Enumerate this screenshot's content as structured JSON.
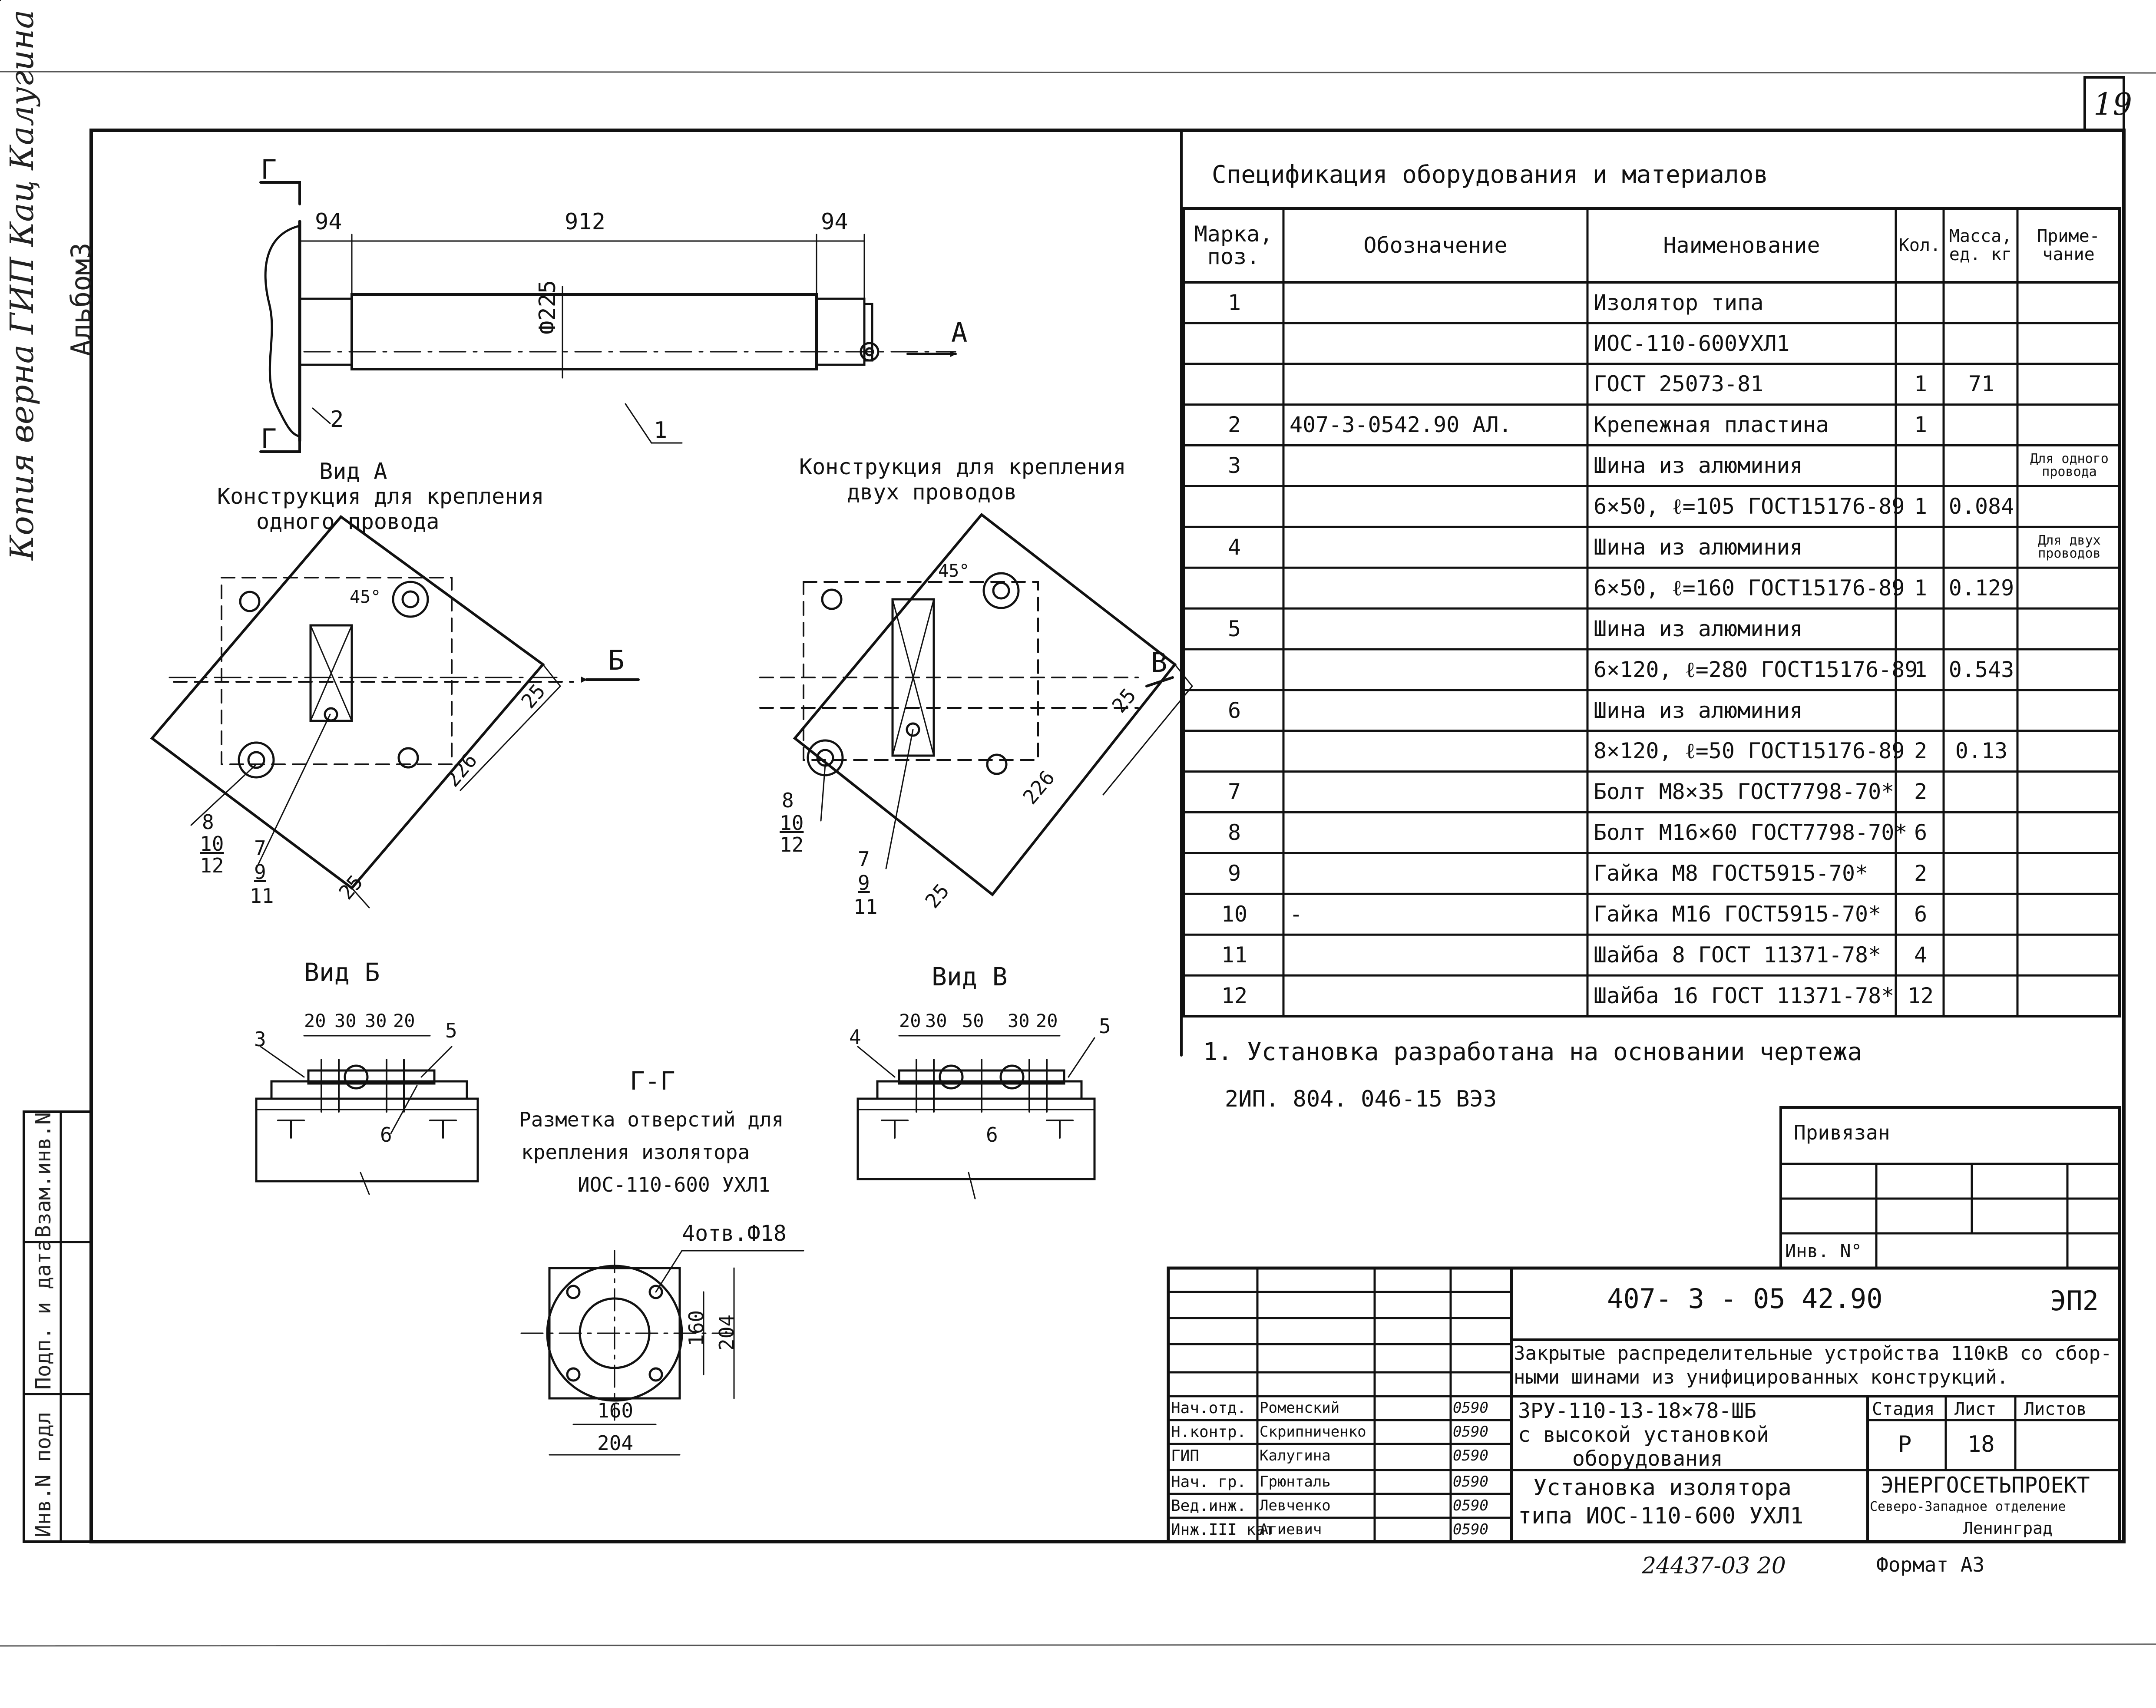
{
  "page_number": "19",
  "side_stamp": {
    "copy_line": "Копия верна ГИП Кац Калугина",
    "album": "Альбом3"
  },
  "left_strip": [
    "Инв.N подл",
    "Подп. и дата",
    "Взам.инв.N"
  ],
  "view_top": {
    "section_mark": "Г",
    "view_mark": "А",
    "dims": [
      "94",
      "912",
      "94",
      "Ф225"
    ],
    "callouts": [
      "1",
      "2"
    ]
  },
  "view_a": {
    "title_1": "Вид А",
    "title_2": "Конструкция для крепления",
    "title_3": "одного провода",
    "angle": "45°",
    "dims": [
      "25",
      "226",
      "25"
    ],
    "arrow_mark": "Б",
    "callouts": [
      "8",
      "10",
      "12",
      "7",
      "9",
      "11"
    ]
  },
  "view_two": {
    "title_1": "Конструкция для крепления",
    "title_2": "двух проводов",
    "angle": "45°",
    "dims": [
      "25",
      "226",
      "25"
    ],
    "arrow_mark": "В",
    "callouts": [
      "8",
      "10",
      "12",
      "7",
      "9",
      "11"
    ]
  },
  "view_b": {
    "title": "Вид Б",
    "dims": [
      "20",
      "30",
      "30",
      "20"
    ],
    "callouts": [
      "3",
      "5",
      "6"
    ]
  },
  "view_v": {
    "title": "Вид В",
    "dims": [
      "20",
      "30",
      "50",
      "30",
      "20"
    ],
    "callouts": [
      "4",
      "5",
      "6"
    ]
  },
  "section_gg": {
    "title": "Г-Г",
    "line_1": "Разметка отверстий для",
    "line_2": "крепления изолятора",
    "line_3": "ИОС-110-600 УХЛ1",
    "holes": "4отв.Ф18",
    "dims": [
      "160",
      "204",
      "160",
      "204"
    ]
  },
  "spec": {
    "title": "Спецификация оборудования и материалов",
    "headers": [
      "Марка, поз.",
      "Обозначение",
      "Наименование",
      "Кол.",
      "Масса, ед. кг",
      "Приме- чание"
    ],
    "rows": [
      [
        "1",
        "",
        "Изолятор типа",
        "",
        "",
        ""
      ],
      [
        "",
        "",
        "ИОС-110-600УХЛ1",
        "",
        "",
        ""
      ],
      [
        "",
        "",
        "ГОСТ 25073-81",
        "1",
        "71",
        ""
      ],
      [
        "2",
        "407-3-0542.90 АЛ.",
        "Крепежная пластина",
        "1",
        "",
        ""
      ],
      [
        "3",
        "",
        "Шина из алюминия",
        "",
        "",
        "Для одного провода"
      ],
      [
        "",
        "",
        "6×50, ℓ=105 ГОСТ15176-89",
        "1",
        "0.084",
        ""
      ],
      [
        "4",
        "",
        "Шина из алюминия",
        "",
        "",
        "Для двух проводов"
      ],
      [
        "",
        "",
        "6×50, ℓ=160 ГОСТ15176-89",
        "1",
        "0.129",
        ""
      ],
      [
        "5",
        "",
        "Шина из алюминия",
        "",
        "",
        ""
      ],
      [
        "",
        "",
        "6×120, ℓ=280 ГОСТ15176-89",
        "1",
        "0.543",
        ""
      ],
      [
        "6",
        "",
        "Шина из алюминия",
        "",
        "",
        ""
      ],
      [
        "",
        "",
        "8×120, ℓ=50 ГОСТ15176-89",
        "2",
        "0.13",
        ""
      ],
      [
        "7",
        "",
        "Болт М8×35 ГОСТ7798-70*",
        "2",
        "",
        ""
      ],
      [
        "8",
        "",
        "Болт М16×60 ГОСТ7798-70*",
        "6",
        "",
        ""
      ],
      [
        "9",
        "",
        "Гайка М8 ГОСТ5915-70*",
        "2",
        "",
        ""
      ],
      [
        "10",
        "-",
        "Гайка М16 ГОСТ5915-70*",
        "6",
        "",
        ""
      ],
      [
        "11",
        "",
        "Шайба 8 ГОСТ 11371-78*",
        "4",
        "",
        ""
      ],
      [
        "12",
        "",
        "Шайба 16 ГОСТ 11371-78*",
        "12",
        "",
        ""
      ]
    ]
  },
  "note_1": "1. Установка разработана на основании чертежа",
  "note_2": "2ИП. 804. 046-15  ВЭЗ",
  "privyazan": {
    "label": "Привязан",
    "inv": "Инв. N°"
  },
  "title_block": {
    "doc_code": "407- 3 - 05 42.90",
    "mark": "ЭП2",
    "project_1": "Закрытые распределительные устройства 110кВ со сбор-",
    "project_2": "ными шинами из унифицированных конструкций.",
    "design_1": "ЗРУ-110-13-18×78-ШБ",
    "design_2": "с высокой установкой",
    "design_3": "оборудования",
    "sheet_title_1": "Установка изолятора",
    "sheet_title_2": "типа ИОС-110-600 УХЛ1",
    "stage_header": "Стадия",
    "sheet_header": "Лист",
    "sheets_header": "Листов",
    "stage": "Р",
    "sheet": "18",
    "org_1": "ЭНЕРГОСЕТЬПРОЕКТ",
    "org_2": "Северо-Западное отделение",
    "org_3": "Ленинград",
    "people": [
      [
        "Нач.отд.",
        "Роменский",
        "0590"
      ],
      [
        "Н.контр.",
        "Скрипниченко",
        "0590"
      ],
      [
        "ГИП",
        "Калугина",
        "0590"
      ],
      [
        "Нач. гр.",
        "Грюнталь",
        "0590"
      ],
      [
        "Вед.инж.",
        "Левченко",
        "0590"
      ],
      [
        "Инж.III кат",
        "Агиевич",
        "0590"
      ]
    ],
    "footer_code": "24437-03   20",
    "format": "Формат А3"
  }
}
